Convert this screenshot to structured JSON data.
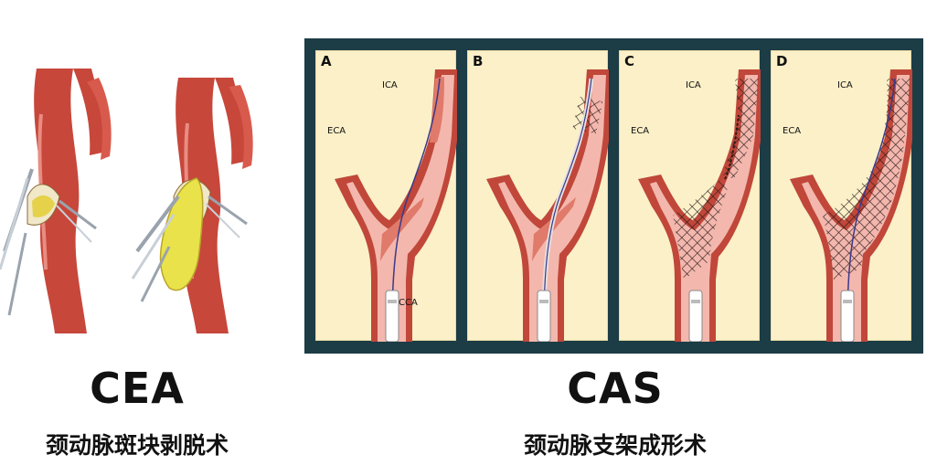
{
  "cea": {
    "title": "CEA",
    "subtitle": "颈动脉斑块剥脱术"
  },
  "cas": {
    "title": "CAS",
    "subtitle": "颈动脉支架成形术",
    "panels": [
      {
        "letter": "A",
        "labels": {
          "ica": "ICA",
          "eca": "ECA",
          "cca": "CCA"
        }
      },
      {
        "letter": "B"
      },
      {
        "letter": "C",
        "labels": {
          "ica": "ICA",
          "eca": "ECA"
        }
      },
      {
        "letter": "D",
        "labels": {
          "ica": "ICA",
          "eca": "ECA"
        }
      }
    ]
  },
  "colors": {
    "vessel": "#c0473a",
    "lumen": "#f3b7ad",
    "plaque": "#e07a6a",
    "panel_bg": "#fbf0c8",
    "frame": "#1c3c46",
    "wire": "#3a3a8a",
    "plaque_yellow": "#e9e24a"
  }
}
